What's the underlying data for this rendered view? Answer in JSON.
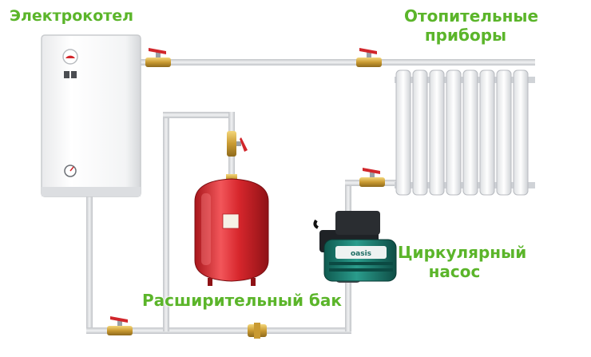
{
  "labels": {
    "boiler": "Электрокотел",
    "radiators_line1": "Отопительные",
    "radiators_line2": "приборы",
    "tank": "Расширительный бак",
    "pump_line1": "Циркулярный",
    "pump_line2": "насос"
  },
  "pump": {
    "brand": "oasis"
  },
  "colors": {
    "label_green": "#5bb52a",
    "pipe": "#d7d9dc",
    "tank_red": "#d4242a",
    "valve_red": "#d1262b",
    "pump_teal": "#1e7f72"
  }
}
